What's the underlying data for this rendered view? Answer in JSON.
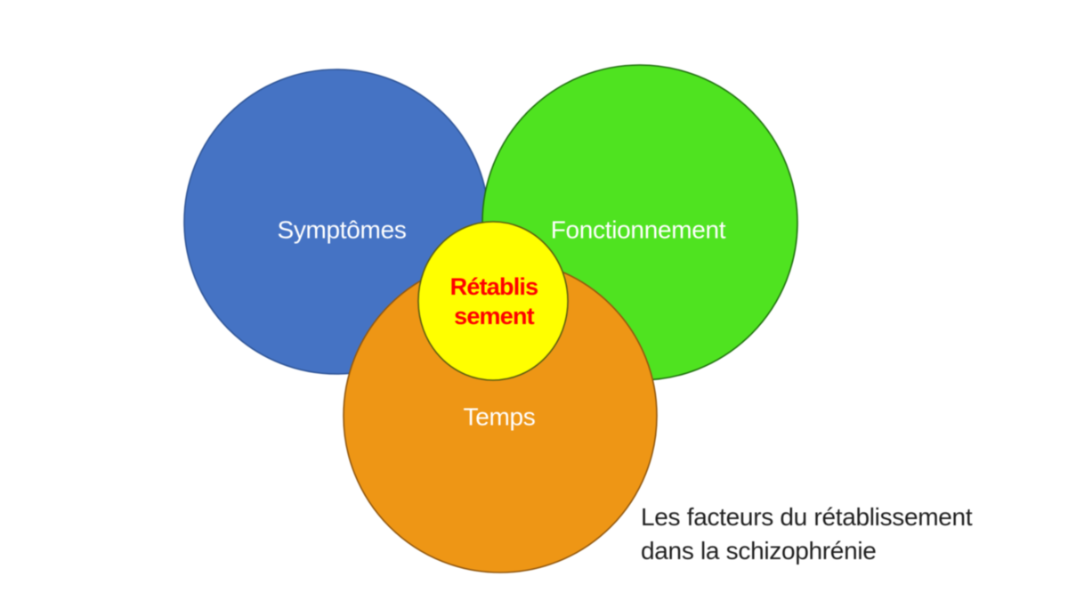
{
  "diagram": {
    "circles": [
      {
        "id": "symptoms",
        "label": "Symptômes",
        "color": "#4573C4"
      },
      {
        "id": "functioning",
        "label": "Fonctionnement",
        "color": "#4FE320"
      },
      {
        "id": "time",
        "label": "Temps",
        "color": "#EE9615"
      }
    ],
    "center": {
      "id": "recovery",
      "label_line1": "Rétablis",
      "label_line2": "sement",
      "color": "#FFFF00",
      "text_color": "#FF0000"
    },
    "caption": {
      "line1": "Les facteurs du rétablissement",
      "line2": "dans la schizophrénie"
    },
    "colors": {
      "background": "#FFFFFF",
      "label_text": "#FFFFFF",
      "caption_text": "#1F1F1F"
    }
  }
}
